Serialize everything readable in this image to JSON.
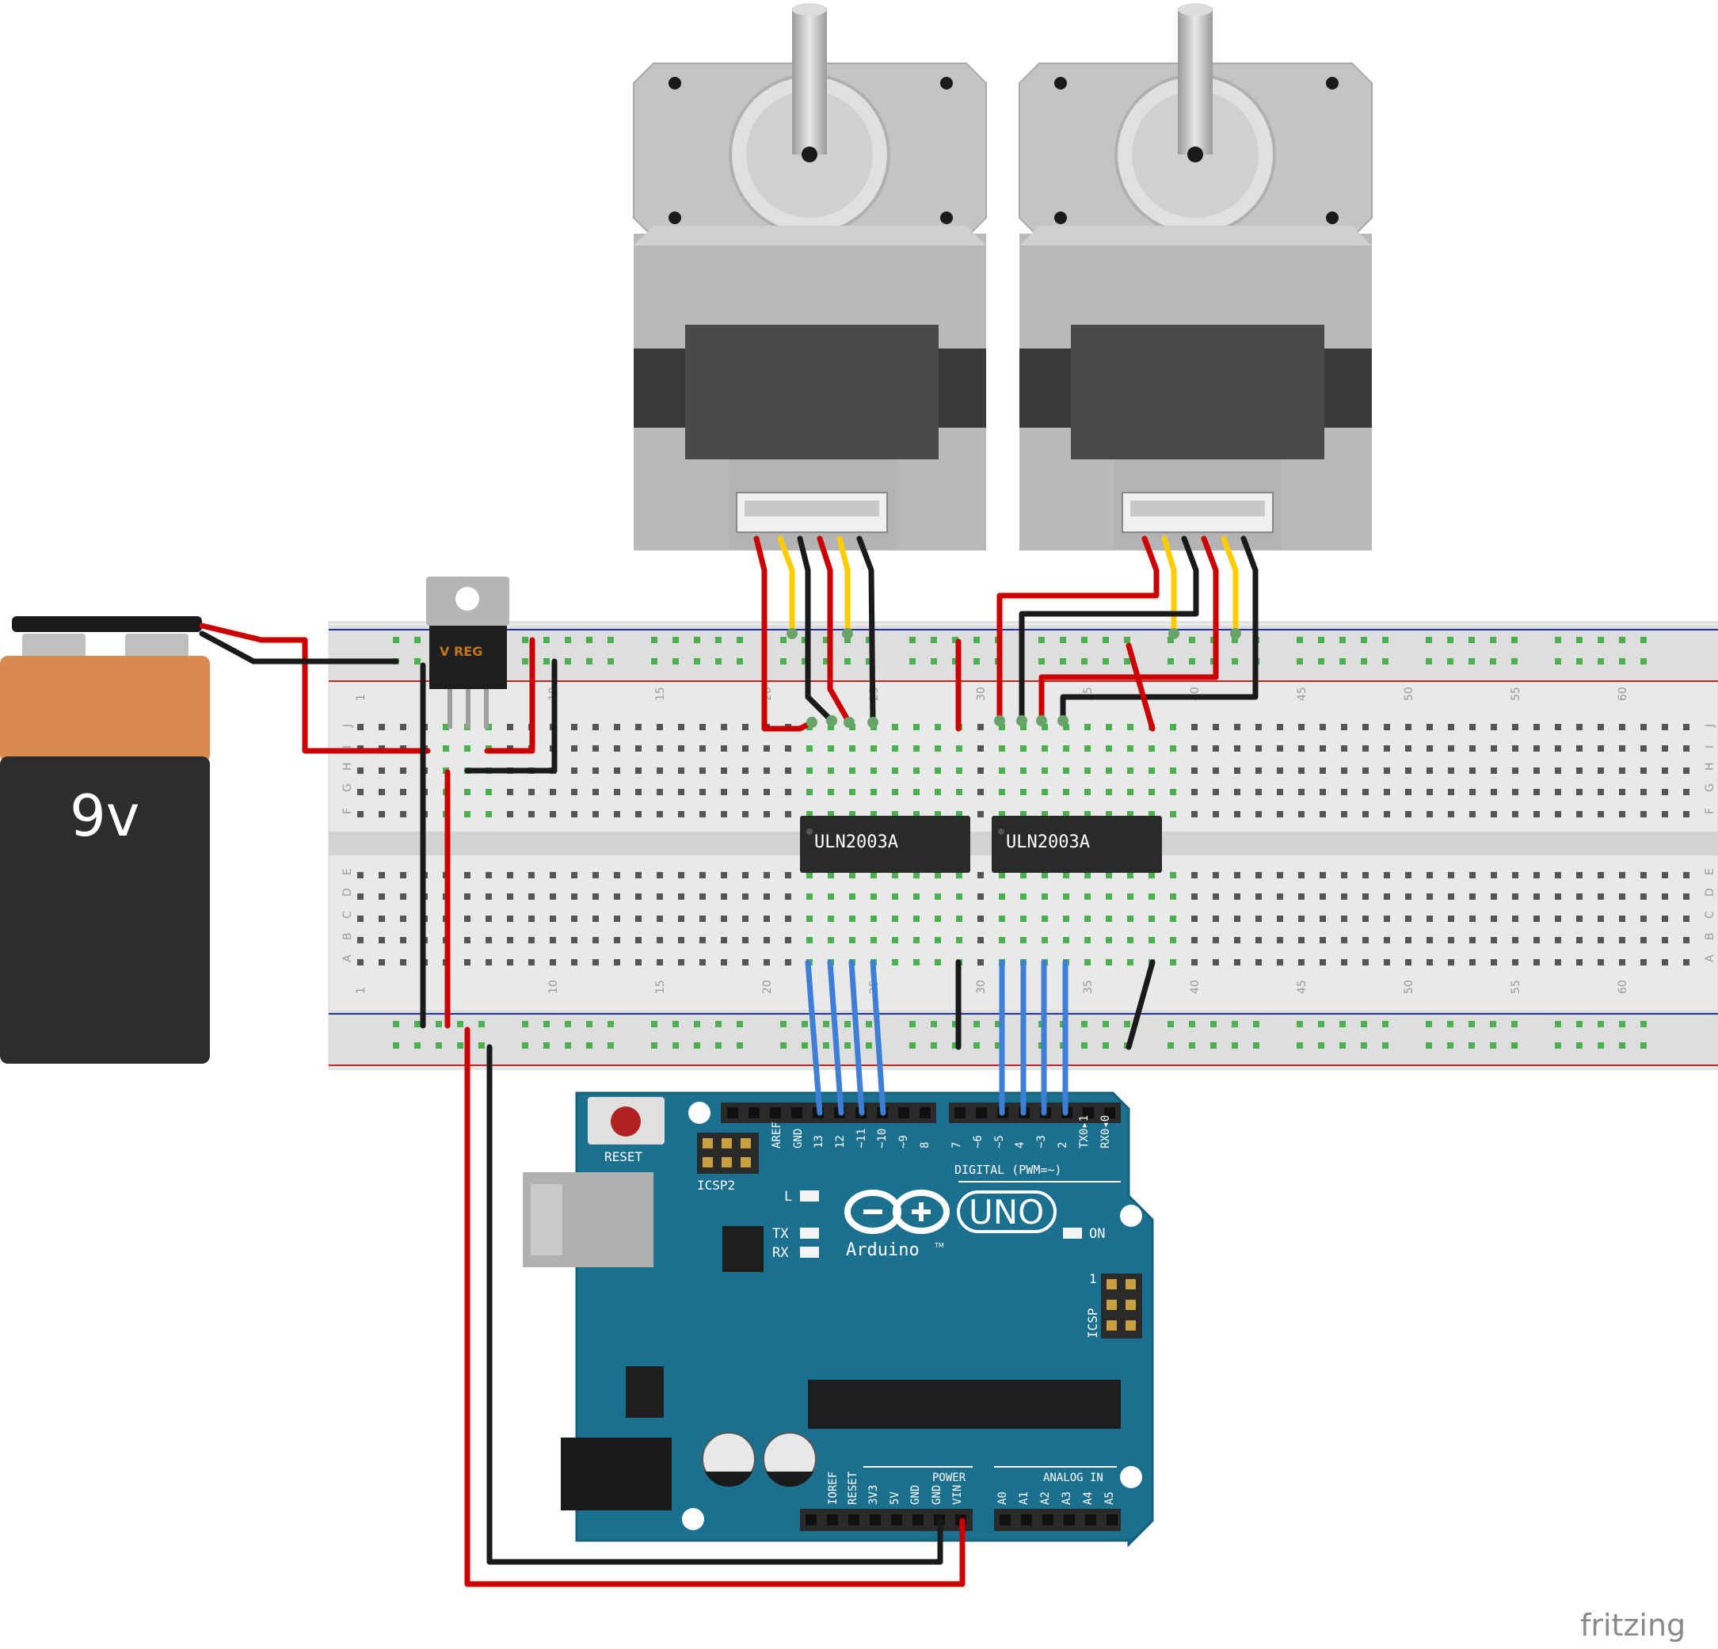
{
  "battery": {
    "label": "9v"
  },
  "regulator": {
    "label": "V REG"
  },
  "breadboard": {
    "column_numbers": [
      "1",
      "10",
      "15",
      "20",
      "25",
      "30",
      "35",
      "40",
      "45",
      "50",
      "55",
      "60"
    ],
    "top_rows": [
      "J",
      "I",
      "H",
      "G",
      "F"
    ],
    "bottom_rows": [
      "E",
      "D",
      "C",
      "B",
      "A"
    ]
  },
  "chips": [
    {
      "label": "ULN2003A"
    },
    {
      "label": "ULN2003A"
    }
  ],
  "arduino": {
    "reset_label": "RESET",
    "icsp2_label": "ICSP2",
    "icsp_label": "ICSP",
    "icsp_pin1": "1",
    "logo_text": "Arduino",
    "tm": "TM",
    "uno_label": "UNO",
    "led_l": "L",
    "led_tx": "TX",
    "led_rx": "RX",
    "led_on": "ON",
    "digital_header_label": "DIGITAL (PWM=~)",
    "digital_pins": [
      "AREF",
      "GND",
      "13",
      "12",
      "~11",
      "~10",
      "~9",
      "8",
      "7",
      "~6",
      "~5",
      "4",
      "~3",
      "2",
      "TX0▸1",
      "RX0◂0"
    ],
    "power_label": "POWER",
    "power_pins": [
      "IOREF",
      "RESET",
      "3V3",
      "5V",
      "GND",
      "GND",
      "VIN"
    ],
    "analog_label": "ANALOG IN",
    "analog_pins": [
      "A0",
      "A1",
      "A2",
      "A3",
      "A4",
      "A5"
    ]
  },
  "watermark": "fritzing",
  "colors": {
    "wire_red": "#cc0000",
    "wire_black": "#1a1a1a",
    "wire_yellow": "#ffcc00",
    "wire_blue": "#3d7fd6",
    "arduino_blue": "#1b7090",
    "breadboard_bg": "#ececec",
    "hole_green": "#4caf50",
    "motor_gray": "#b9b9b9"
  }
}
